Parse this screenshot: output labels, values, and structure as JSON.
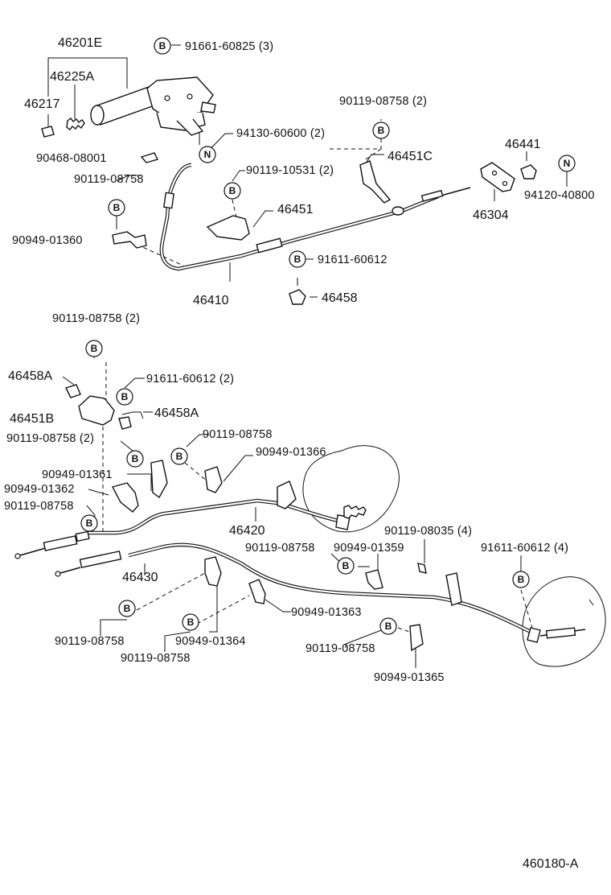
{
  "diagram": {
    "code": "460180-A",
    "markers": {
      "b": "B",
      "n": "N"
    },
    "labels": {
      "p46201E": "46201E",
      "p46225A": "46225A",
      "p46217": "46217",
      "p91661_60825": "91661-60825 (3)",
      "p90119_08758_top2": "90119-08758 (2)",
      "p94130_60600": "94130-60600 (2)",
      "p46441": "46441",
      "p90468_08001": "90468-08001",
      "p46451C": "46451C",
      "p90119_08758_a": "90119-08758",
      "p90119_10531": "90119-10531 (2)",
      "p46304": "46304",
      "p94120_40800": "94120-40800",
      "p46451": "46451",
      "p90949_01360": "90949-01360",
      "p91611_60612": "91611-60612",
      "p46410": "46410",
      "p46458": "46458",
      "p90119_08758_mid2": "90119-08758 (2)",
      "p46458A_l": "46458A",
      "p91611_60612_2": "91611-60612 (2)",
      "p46451B": "46451B",
      "p46458A_r": "46458A",
      "p90119_08758_b2": "90119-08758 (2)",
      "p90119_08758_c": "90119-08758",
      "p90949_01366": "90949-01366",
      "p90949_01361": "90949-01361",
      "p90949_01362": "90949-01362",
      "p90119_08758_d": "90119-08758",
      "p46420": "46420",
      "p90119_08035": "90119-08035 (4)",
      "p90119_08758_e": "90119-08758",
      "p90949_01359": "90949-01359",
      "p91611_60612_4": "91611-60612 (4)",
      "p46430": "46430",
      "p90949_01363": "90949-01363",
      "p90119_08758_f": "90119-08758",
      "p90949_01364": "90949-01364",
      "p90119_08758_g": "90119-08758",
      "p90119_08758_h": "90119-08758",
      "p90949_01365": "90949-01365"
    }
  }
}
